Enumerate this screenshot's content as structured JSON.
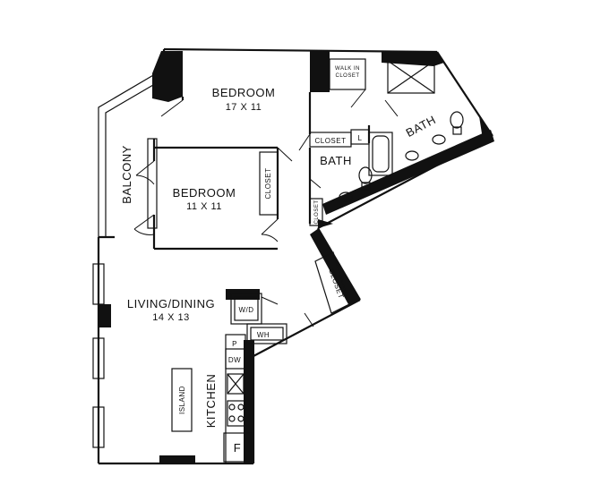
{
  "rooms": {
    "bedroom1": {
      "name": "BEDROOM",
      "dims": "17 X 11"
    },
    "bedroom2": {
      "name": "BEDROOM",
      "dims": "11 X 11"
    },
    "living": {
      "name": "LIVING/DINING",
      "dims": "14 X 13"
    },
    "bath1": "BATH",
    "bath2": "BATH",
    "balcony": "BALCONY",
    "kitchen": "KITCHEN",
    "island": "ISLAND"
  },
  "labels": {
    "walk_in_closet_1": "WALK IN",
    "walk_in_closet_2": "CLOSET",
    "closet_bath": "CLOSET",
    "closet_bedroom": "CLOSET",
    "closet_hall": "CLOSET",
    "closet_small": "CLOSET",
    "linen": "L",
    "washer_dryer": "W/D",
    "water_heater": "WH",
    "pantry": "P",
    "dishwasher": "DW",
    "fridge": "F"
  }
}
